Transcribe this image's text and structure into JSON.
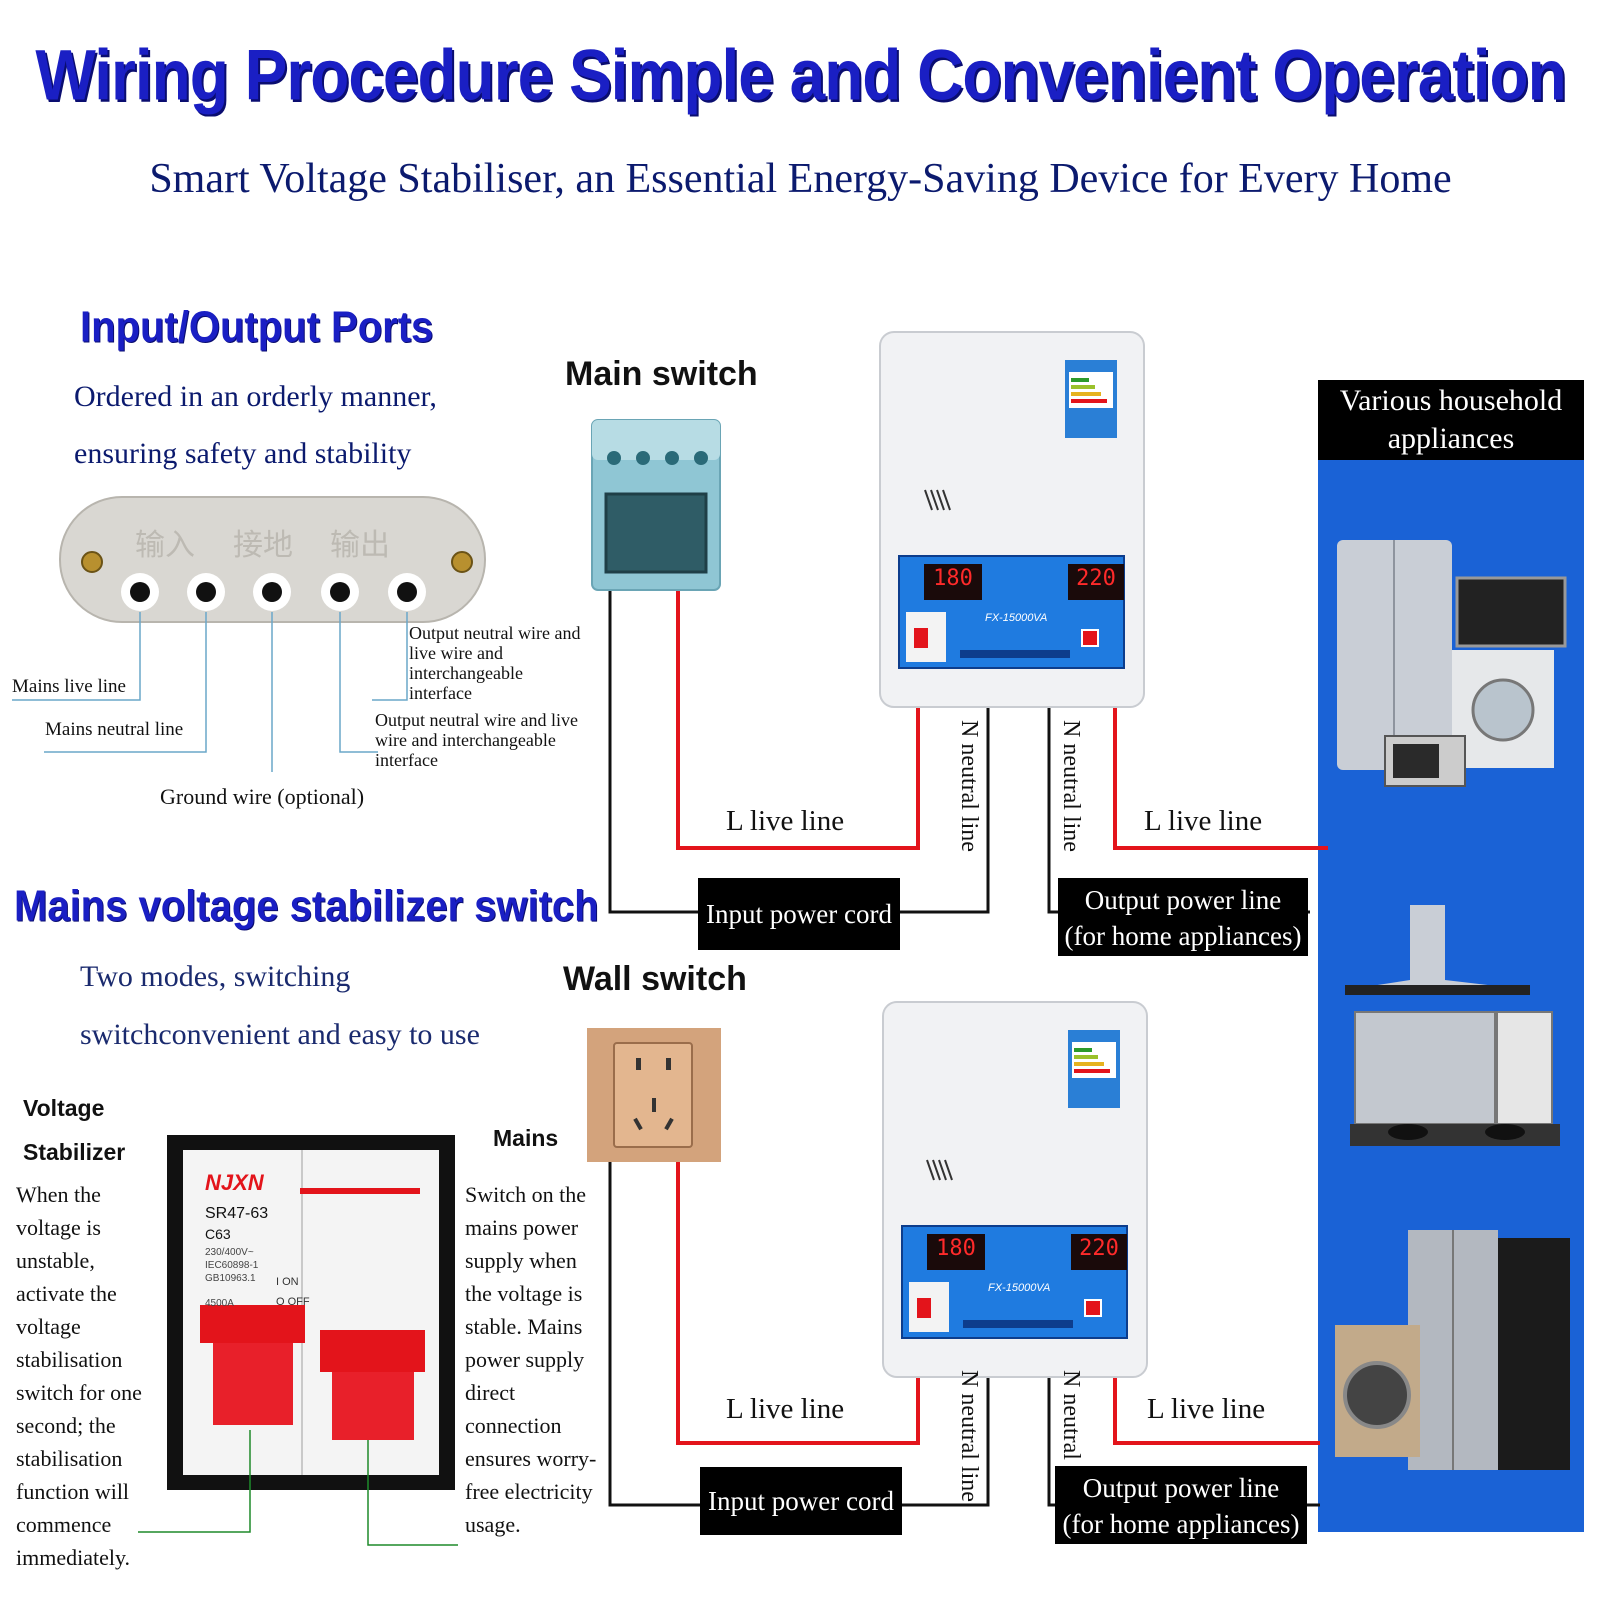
{
  "header": {
    "title": "Wiring Procedure  Simple and Convenient Operation",
    "subtitle": "Smart Voltage Stabiliser, an Essential Energy-Saving Device for Every Home"
  },
  "ports": {
    "heading": "Input/Output Ports",
    "desc_line1": "Ordered in an orderly manner,",
    "desc_line2": "ensuring safety and stability",
    "panel_chars": [
      "输入",
      "接地",
      "输出"
    ],
    "labels": {
      "mains_live": "Mains live line",
      "mains_neutral": "Mains neutral line",
      "ground": "Ground wire (optional)",
      "output1": "Output neutral wire and live wire and interchangeable interface",
      "output2": "Output neutral wire and live wire and interchangeable interface"
    }
  },
  "switch_section": {
    "heading": "Mains voltage stabilizer switch",
    "desc_line1": "Two modes, switching",
    "desc_line2": "switchconvenient and easy to use",
    "left_heading_1": "Voltage",
    "left_heading_2": "Stabilizer",
    "left_text": "When the voltage is unstable, activate the voltage stabilisation switch for one second; the stabilisation function will commence immediately.",
    "right_heading": "Mains",
    "right_text": "Switch on the mains power supply when the voltage is stable. Mains power supply direct connection ensures worry-free electricity usage.",
    "breaker": {
      "brand": "NJXN",
      "model": "SR47-63",
      "rating": "C63",
      "spec1": "230/400V~",
      "spec2": "IEC60898-1",
      "spec3": "GB10963.1",
      "cap": "4500A",
      "on": "I  ON",
      "off": "O OFF"
    }
  },
  "diagram": {
    "main_switch": "Main switch",
    "wall_switch": "Wall switch",
    "l_live": "L live line",
    "n_neutral": "N neutral line",
    "n_neutral_short": "N neutral",
    "input_cord": "Input power cord",
    "output_line1": "Output power line",
    "output_line2": "(for home appliances)",
    "appliances_title": "Various household appliances",
    "display_in": "180",
    "display_out": "220",
    "model_plate": "FX-15000VA"
  },
  "colors": {
    "title_blue": "#1a1fc4",
    "wire_red": "#e3141b",
    "panel_blue": "#1f7be0",
    "appliance_bg": "#1a62d6"
  }
}
